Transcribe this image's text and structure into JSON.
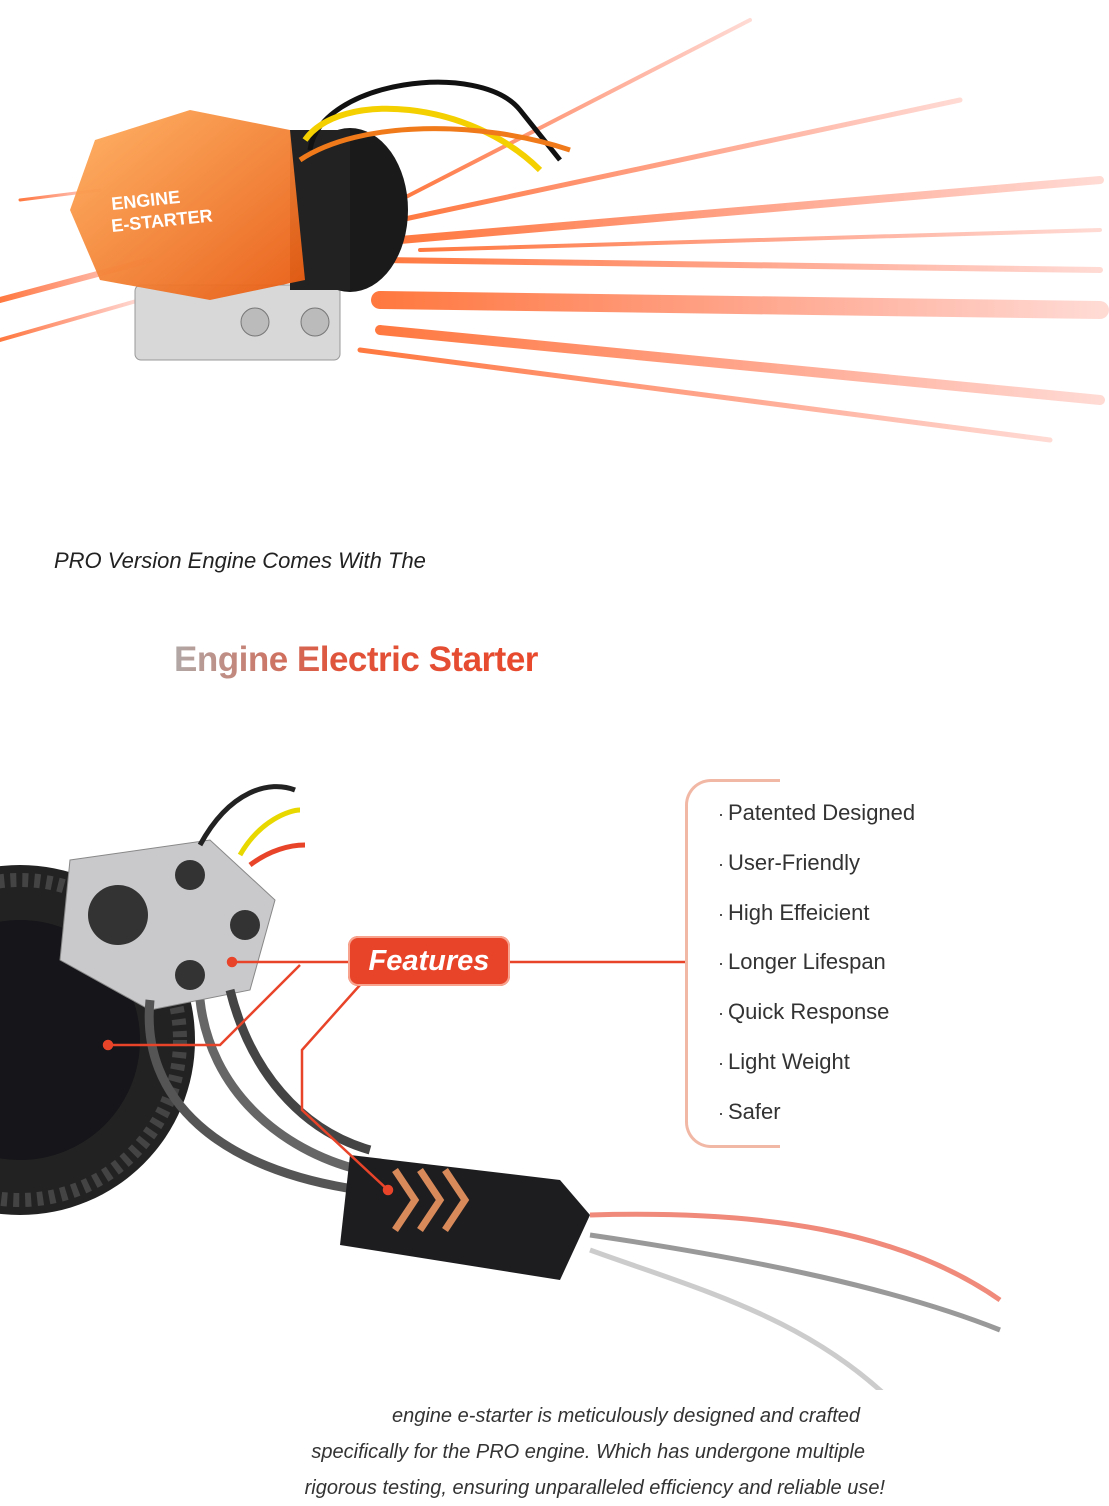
{
  "hero": {
    "product_label_line1": "ENGINE",
    "product_label_line2": "E-STARTER"
  },
  "intro_text": "PRO Version Engine Comes With The",
  "title": "Engine Electric Starter",
  "features": {
    "badge_label": "Features",
    "items": [
      "Patented Designed",
      "User-Friendly",
      "High Effeicient",
      "Longer Lifespan",
      "Quick Response",
      "Light Weight",
      "Safer"
    ]
  },
  "description": {
    "lines": [
      "engine e-starter is meticulously designed and crafted",
      "specifically for the PRO engine. Which has undergone multiple",
      "rigorous testing, ensuring unparalleled efficiency and reliable use!"
    ]
  },
  "colors": {
    "accent": "#e8442a",
    "bracket": "#f2b8a6",
    "housing": "#f07a1a"
  }
}
